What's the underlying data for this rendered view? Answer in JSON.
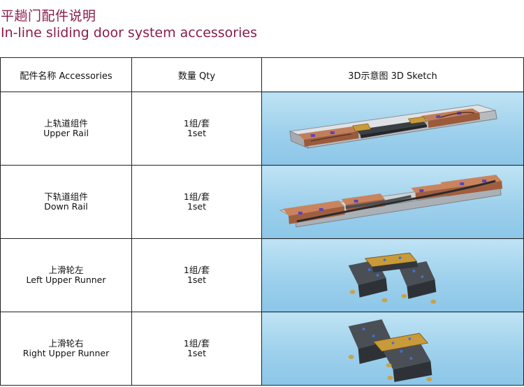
{
  "title": {
    "cn": "平趟门配件说明",
    "en": "In-line sliding door system accessories"
  },
  "table": {
    "headers": {
      "name": "配件名称 Accessories",
      "qty": "数量 Qty",
      "sketch": "3D示意图  3D  Sketch"
    },
    "rows": [
      {
        "name_cn": "上轨道组件",
        "name_en": "Upper Rail",
        "qty_cn": "1组/套",
        "qty_en": "1set",
        "image": "upper-rail-3d-sketch"
      },
      {
        "name_cn": "下轨道组件",
        "name_en": "Down Rail",
        "qty_cn": "1组/套",
        "qty_en": "1set",
        "image": "down-rail-3d-sketch"
      },
      {
        "name_cn": "上滑轮左",
        "name_en": "Left Upper Runner",
        "qty_cn": "1组/套",
        "qty_en": "1set",
        "image": "left-upper-runner-3d-sketch"
      },
      {
        "name_cn": "上滑轮右",
        "name_en": "Right Upper Runner",
        "qty_cn": "1组/套",
        "qty_en": "1set",
        "image": "right-upper-runner-3d-sketch"
      }
    ]
  },
  "colors": {
    "title": "#8a1b4a",
    "sketch_bg": "#9dd0ec",
    "rail_silver": "#c8ccd0",
    "copper": "#b8734f",
    "runner_dark": "#3d4147",
    "brass": "#c99a3a"
  }
}
